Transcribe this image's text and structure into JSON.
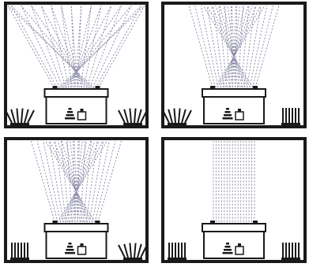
{
  "panels": [
    {
      "id": "top-left",
      "beam_pattern": "divergent-crossing",
      "left_emitter_style": "fanned",
      "right_emitter_style": "fanned"
    },
    {
      "id": "top-right",
      "beam_pattern": "partially-focused",
      "left_emitter_style": "fanned",
      "right_emitter_style": "parallel"
    },
    {
      "id": "bottom-left",
      "beam_pattern": "partially-focused",
      "left_emitter_style": "parallel",
      "right_emitter_style": "fanned"
    },
    {
      "id": "bottom-right",
      "beam_pattern": "parallel",
      "left_emitter_style": "parallel",
      "right_emitter_style": "parallel"
    }
  ],
  "colors": {
    "frame": "#1a1a1a",
    "ray": "#8a8aa8",
    "background": "#ffffff"
  }
}
